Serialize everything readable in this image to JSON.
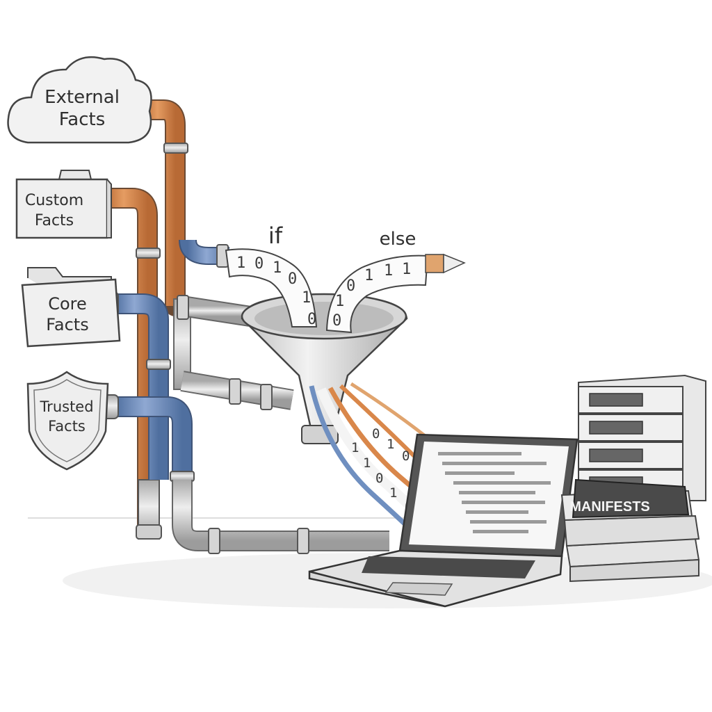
{
  "sources": {
    "external": {
      "line1": "External",
      "line2": "Facts",
      "icon": "cloud-icon"
    },
    "custom": {
      "line1": "Custom",
      "line2": "Facts",
      "icon": "box-icon"
    },
    "core": {
      "line1": "Core",
      "line2": "Facts",
      "icon": "folder-icon"
    },
    "trusted": {
      "line1": "Trusted",
      "line2": "Facts",
      "icon": "shield-icon"
    }
  },
  "branches": {
    "if_label": "if",
    "else_label": "else"
  },
  "streams": {
    "if_bits": [
      "1",
      "0",
      "1",
      "0",
      "1",
      "0"
    ],
    "else_bits": [
      "0",
      "1",
      "0",
      "1",
      "1"
    ],
    "laptop_bits_a": [
      "1",
      "1",
      "0",
      "1",
      "0"
    ],
    "laptop_bits_b": [
      "0",
      "1",
      "0",
      "1",
      "0"
    ],
    "laptop_bits_c": [
      "1",
      "0",
      "1",
      "0",
      "1"
    ]
  },
  "manifests": {
    "label": "MANIFESTS"
  },
  "colors": {
    "pipe_orange": "#d9874a",
    "pipe_blue": "#6f8fc0",
    "pipe_gray": "#c9c9c9",
    "ink": "#333333",
    "paper": "#fafafa"
  }
}
